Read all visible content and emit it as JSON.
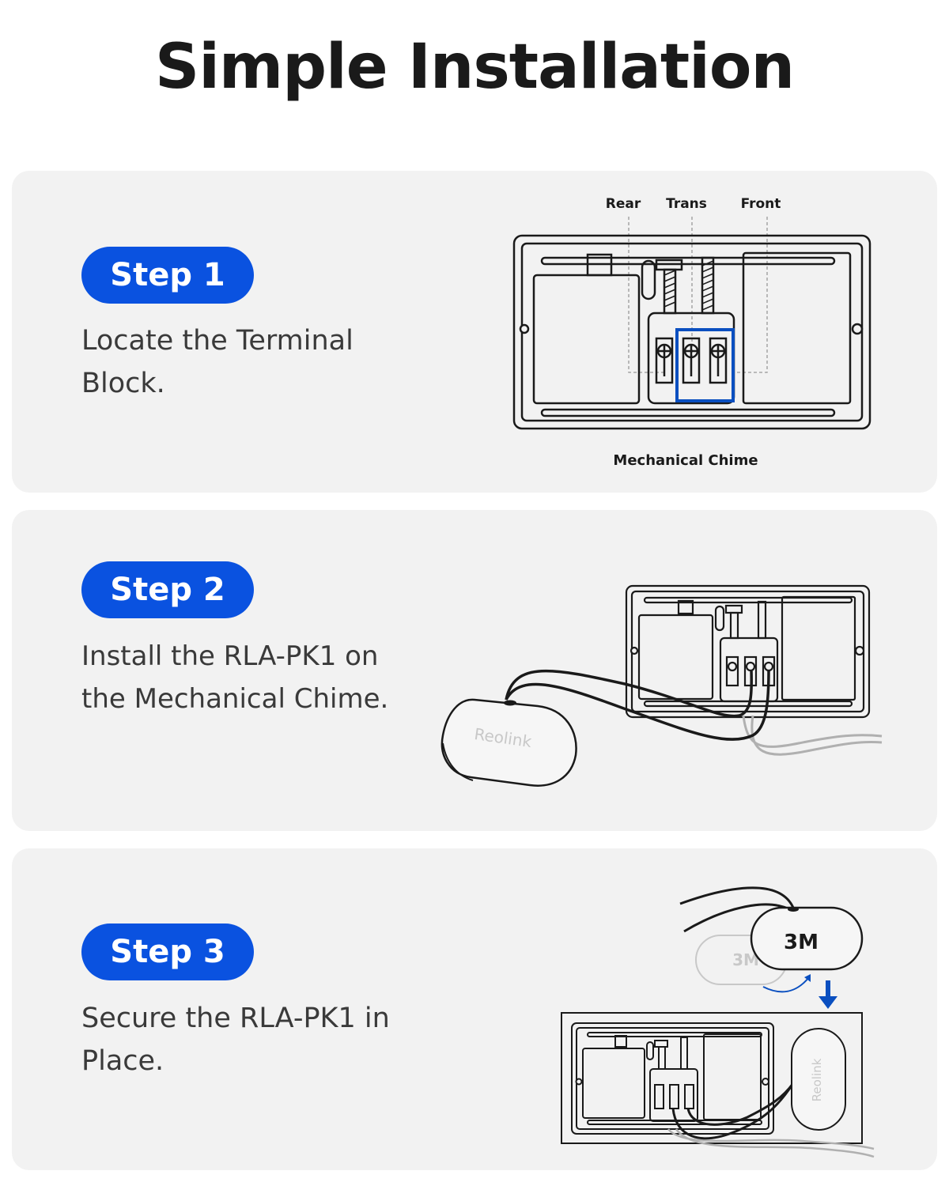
{
  "title": "Simple Installation",
  "steps": [
    {
      "badge": "Step 1",
      "description": "Locate the Terminal Block.",
      "terminal_labels": [
        "Rear",
        "Trans",
        "Front"
      ],
      "caption": "Mechanical Chime"
    },
    {
      "badge": "Step 2",
      "description": "Install the RLA-PK1 on the Mechanical Chime.",
      "device_logo": "Reolink"
    },
    {
      "badge": "Step 3",
      "description": "Secure the RLA-PK1 in Place.",
      "tape_label": "3M",
      "tape_label_ghost": "3M",
      "device_logo": "Reolink"
    }
  ],
  "colors": {
    "accent": "#0a52e0",
    "card_background": "#f2f2f2",
    "line_art": "#1a1a1a",
    "highlight": "#0a4fc0"
  }
}
